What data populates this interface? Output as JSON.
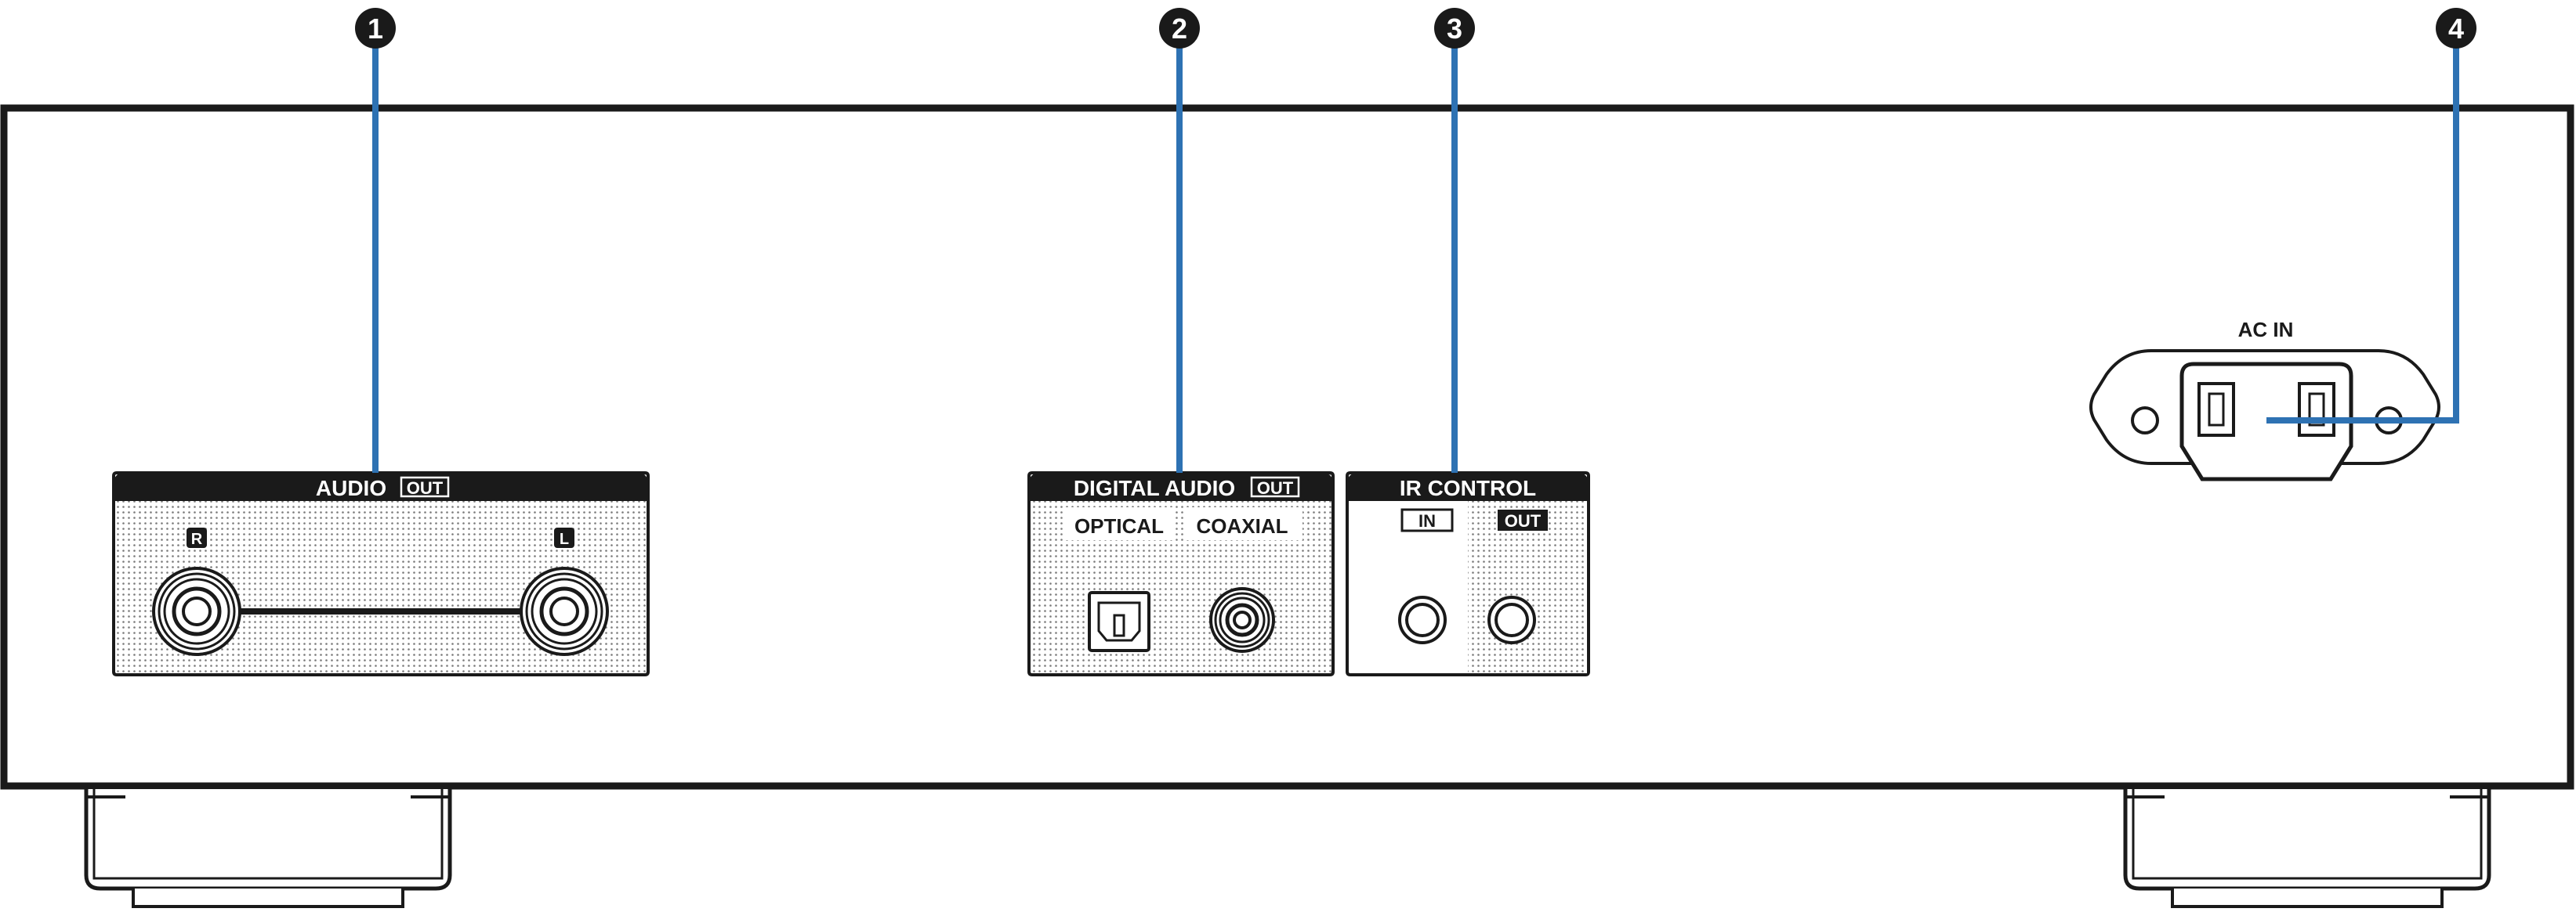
{
  "callouts": [
    {
      "number": "1"
    },
    {
      "number": "2"
    },
    {
      "number": "3"
    },
    {
      "number": "4"
    }
  ],
  "audio_out": {
    "header": "AUDIO",
    "out_badge": "OUT",
    "right_label": "R",
    "left_label": "L"
  },
  "digital_audio_out": {
    "header": "DIGITAL AUDIO",
    "out_badge": "OUT",
    "optical_label": "OPTICAL",
    "coaxial_label": "COAXIAL"
  },
  "ir_control": {
    "header": "IR CONTROL",
    "in_label": "IN",
    "out_label": "OUT"
  },
  "ac_in": {
    "label": "AC IN"
  },
  "colors": {
    "callout_line": "#2e72b3",
    "outline": "#1a1a1a",
    "panel_dots": "#7a7a7a"
  }
}
